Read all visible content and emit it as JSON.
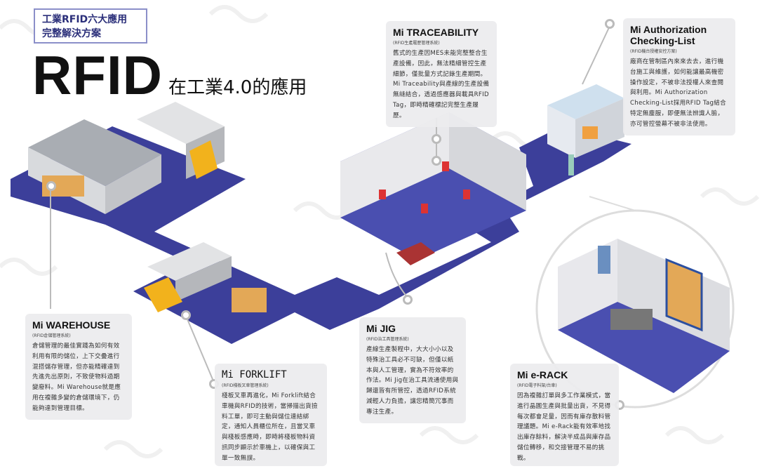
{
  "header": {
    "badge_line1": "工業RFID六大應用",
    "badge_line2": "完整解決方案",
    "title": "RFID",
    "subtitle": "在工業4.0的應用"
  },
  "colors": {
    "path": "#3c3f9a",
    "floor": "#4a4fb0",
    "card": "#ececee",
    "accent": "#2b2f7a"
  },
  "sections": {
    "traceability": {
      "title": "Mi TRACEABILITY",
      "tag": "(RFID生產履歷管理系統)",
      "body": "舊式的生產因MES未能完整整合生產設備，因此，無法精細管控生產細節，僅批量方式記錄生產期間。Mi Traceability與產線的生產設備無縫結合，透過感應器與載具RFID Tag，即時精確標記完整生產履歷。"
    },
    "authorization": {
      "title_line1": "Mi Authorization",
      "title_line2": "Checking-List",
      "tag": "(RFID機台授權安控方案)",
      "body": "廠商在管制區內來來去去，進行機台施工與維護，如何能讓最高機密操作設定，不被非法授權人來查閱與利用。Mi Authorization Checking-List採用RFID Tag結合特定無塵服，即便無法辨識人臉，亦可管控螢幕不被非法使用。"
    },
    "warehouse": {
      "title": "Mi WAREHOUSE",
      "tag": "(RFID倉儲管理系統)",
      "body": "倉儲管理的最佳實踐為如何有效利用有限的儲位，上下交疊進行混搭儲存管理，但亦能精確達到先進先出原則，不致使物料過期變廢料。Mi Warehouse就是應用在複雜多變的倉儲環境下，仍能夠達到管理目標。"
    },
    "forklift": {
      "title": "Mi FORKLIFT",
      "tag": "(RFID棧板叉車管理系統)",
      "body": "棧板叉車再進化，Mi Forklift結合車機與RFID的技術，當掃描出貨撿料工單，即可主動與儲位連結綁定，通知人員櫃位所在，且當叉車與棧板感應時，即時將棧板物料資訊同步顯示於車機上，以確保與工單一致無誤。"
    },
    "jig": {
      "title": "Mi JIG",
      "tag": "(RFID治工具管理系統)",
      "body": "產線生產製程中，大大小小以及特殊治工具必不可缺，但僅以紙本與人工管理，實為不符效率的作法。Mi Jig在治工具流通使用與歸還皆有所管控，透過RFID系統減輕人力負擔，讓您精簡冗事而專注生產。"
    },
    "erack": {
      "title": "Mi e-RACK",
      "tag": "(RFID電子料架/台車)",
      "body": "因為複雜訂單與多工作業模式，當進行晶圓生產與批量出貨，不見得每次都會足量，因而有庫存散料管理議題。Mi e-Rack能有效率地找出庫存餘料，解決半成品與庫存品儲位轉移，和交接管理不易的挑戰。"
    }
  }
}
